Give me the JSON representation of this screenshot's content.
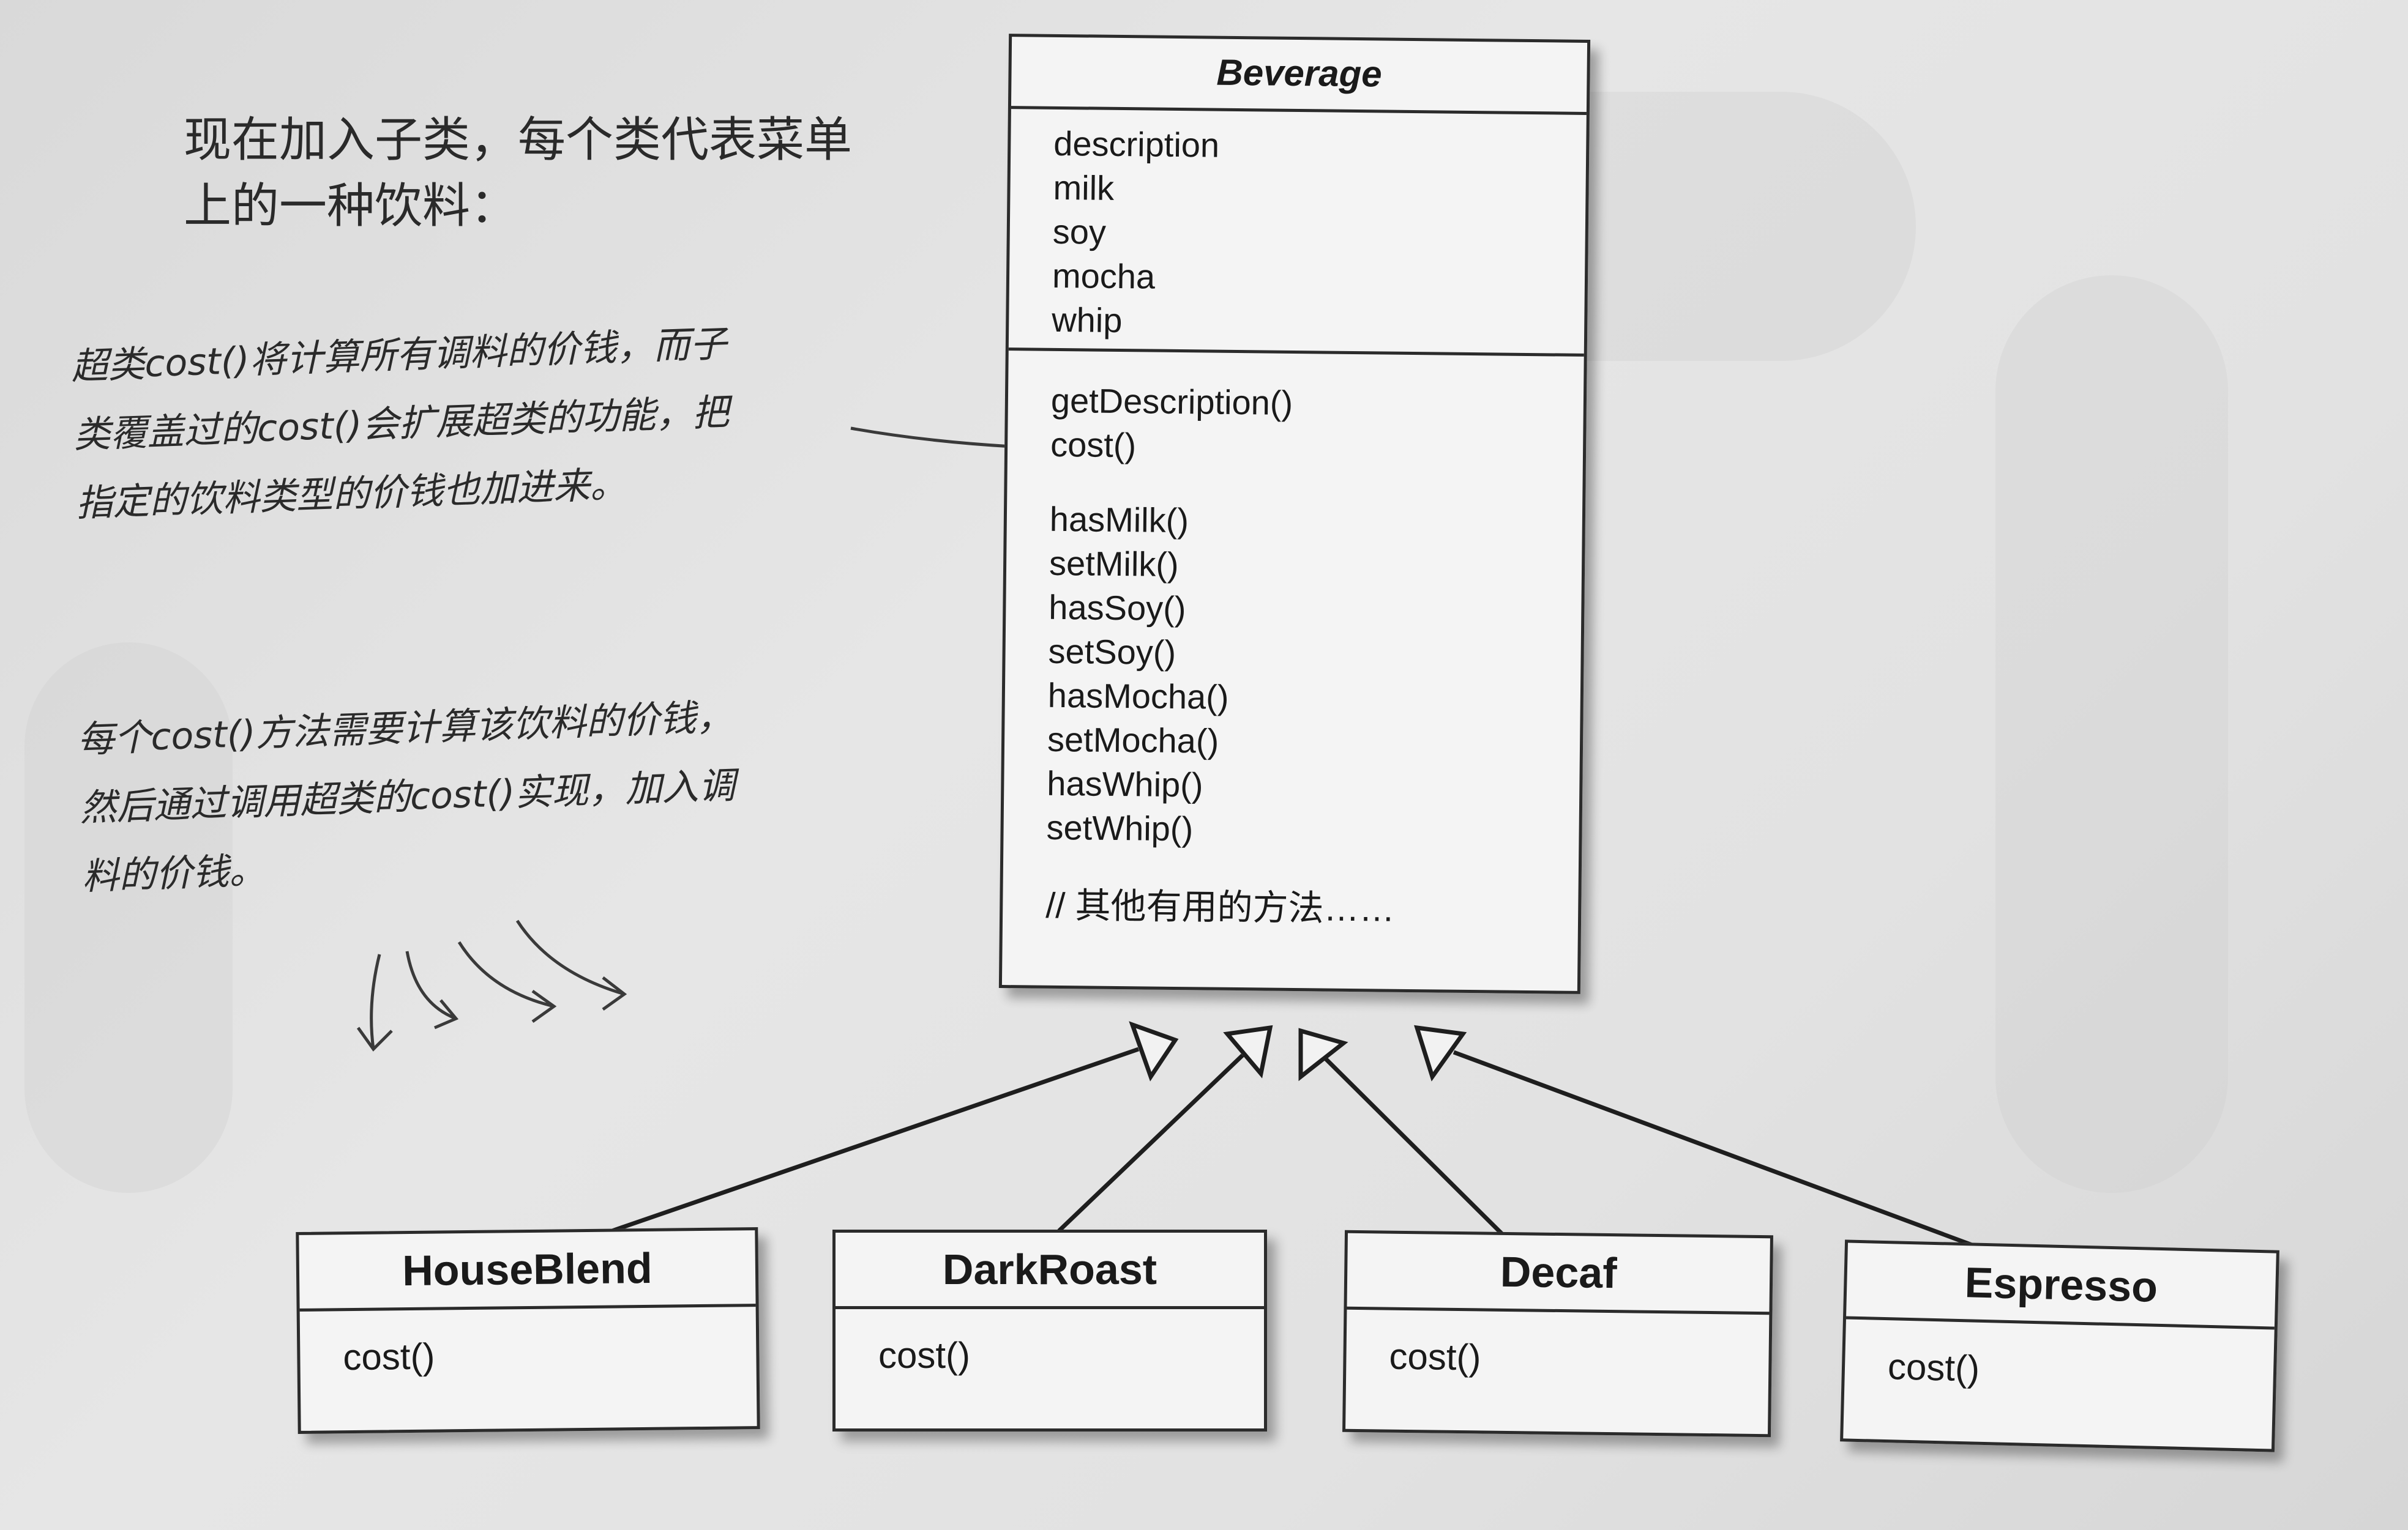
{
  "intro_text": "现在加入子类，每个类代表菜单\n上的一种饮料：",
  "note_superclass_cost": "超类cost()将计算所有调料的价钱，而子\n类覆盖过的cost()会扩展超类的功能，把\n指定的饮料类型的价钱也加进来。",
  "note_subclass_cost": "每个cost()方法需要计算该饮料的价钱，\n然后通过调用超类的cost()实现，加入调\n料的价钱。",
  "superclass": {
    "name": "Beverage",
    "attributes": [
      "description",
      "milk",
      "soy",
      "mocha",
      "whip"
    ],
    "methods_primary": [
      "getDescription()",
      "cost()"
    ],
    "methods_condiment": [
      "hasMilk()",
      "setMilk()",
      "hasSoy()",
      "setSoy()",
      "hasMocha()",
      "setMocha()",
      "hasWhip()",
      "setWhip()"
    ],
    "comment": "// 其他有用的方法……"
  },
  "subclasses": [
    {
      "name": "HouseBlend",
      "method": "cost()"
    },
    {
      "name": "DarkRoast",
      "method": "cost()"
    },
    {
      "name": "Decaf",
      "method": "cost()"
    },
    {
      "name": "Espresso",
      "method": "cost()"
    }
  ],
  "colors": {
    "ink": "#2b2b2b",
    "box_fill": "#f4f4f4",
    "paper": "#e3e3e3"
  }
}
